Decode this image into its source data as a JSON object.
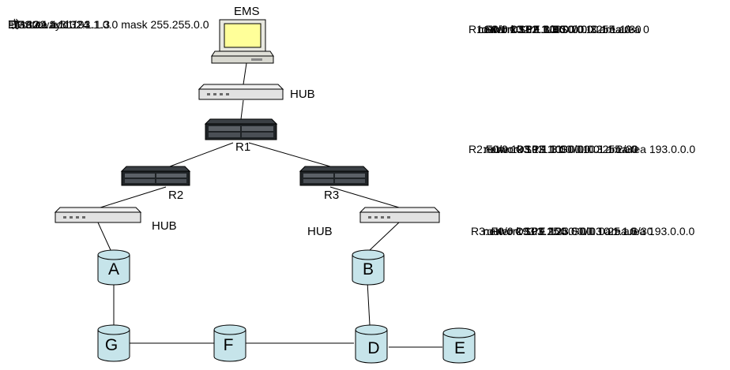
{
  "ems_label": "EMS",
  "ems_note": {
    "lines": [
      "EMS:",
      "  IP 132.1.1.1/24",
      "   Gateway:132.1.1.3",
      "或:route add:193.1.0.0 mask 255.255.0.0",
      "    132.1.1.3"
    ]
  },
  "hub_labels": {
    "top": "HUB",
    "left": "HUB",
    "right": "HUB"
  },
  "router_labels": {
    "r1": "R1",
    "r2": "R2",
    "r3": "R3"
  },
  "nodes": {
    "a": "A",
    "b": "B",
    "g": "G",
    "f": "F",
    "d": "D",
    "e": "E"
  },
  "config": {
    "r1": [
      "R1:F0/0 132.1.1.3 S0/0 10.1.1.1/30",
      "     S0/1:10.1.1.3/30",
      "   router OSPF 100",
      "   network 132.1.1.0 0.0.0.255 area 0",
      "   network 10.1.1.0 0.0.0.3 area 0",
      "   network 10.1.1.4 0.0.0.3 area 0"
    ],
    "r2": [
      "R2:F0/0 193.1.1.3 S0/010.1.1.2/30",
      "     router OSPF 100",
      "     network 193.1.1.0 0.0.0.255 area 193.0.0.0",
      "     network 10.1.1.0 0.0.0.3 area 0"
    ],
    "r3": [
      "R3: F0/0 193.1.25.3 S0/0 10.1.1.6/30",
      "    router OSPF 100",
      "    network 193.1.25.0 0.0.0.25 area 193.0.0.0",
      "    network 10.1.1.4 0.0.0.3 area 0"
    ]
  },
  "colors": {
    "cylinder_fill": "#c6e4ea",
    "hub_fill": "#e2e2e2",
    "router_fill": "#1f2326",
    "monitor_screen": "#ffff99",
    "line": "#000000"
  }
}
